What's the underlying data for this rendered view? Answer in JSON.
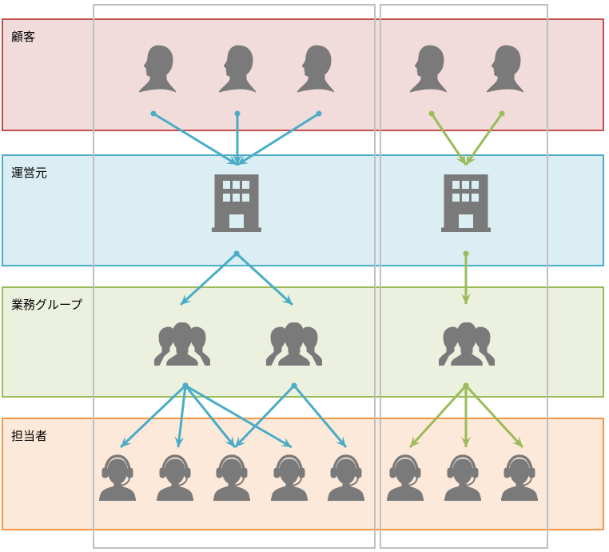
{
  "diagram": {
    "bands": [
      {
        "id": "customer",
        "label": "顧客",
        "border": "#c0504d",
        "fill": "#f2dcdb"
      },
      {
        "id": "operator",
        "label": "運営元",
        "border": "#4bacc6",
        "fill": "#daeef3"
      },
      {
        "id": "group",
        "label": "業務グループ",
        "border": "#9bbb59",
        "fill": "#ebf1de"
      },
      {
        "id": "staff",
        "label": "担当者",
        "border": "#f79646",
        "fill": "#fde9d9"
      }
    ],
    "icon_color": "#7a7a7a",
    "columns": [
      {
        "id": "left",
        "arrow_color": "#4bacc6",
        "customers": [
          "customer-1",
          "customer-2",
          "customer-3"
        ],
        "operators": [
          "operator-1"
        ],
        "groups": [
          "group-1",
          "group-2"
        ],
        "staff": [
          "staff-1",
          "staff-2",
          "staff-3",
          "staff-4",
          "staff-5"
        ],
        "links": [
          {
            "from": "customer-1",
            "to": "operator-1"
          },
          {
            "from": "customer-2",
            "to": "operator-1"
          },
          {
            "from": "customer-3",
            "to": "operator-1"
          },
          {
            "from": "operator-1",
            "to": "group-1"
          },
          {
            "from": "operator-1",
            "to": "group-2"
          },
          {
            "from": "group-1",
            "to": "staff-1"
          },
          {
            "from": "group-1",
            "to": "staff-2"
          },
          {
            "from": "group-1",
            "to": "staff-3"
          },
          {
            "from": "group-1",
            "to": "staff-4"
          },
          {
            "from": "group-2",
            "to": "staff-3"
          },
          {
            "from": "group-2",
            "to": "staff-5"
          }
        ]
      },
      {
        "id": "right",
        "arrow_color": "#9bbb59",
        "customers": [
          "customer-4",
          "customer-5"
        ],
        "operators": [
          "operator-2"
        ],
        "groups": [
          "group-3"
        ],
        "staff": [
          "staff-6",
          "staff-7",
          "staff-8"
        ],
        "links": [
          {
            "from": "customer-4",
            "to": "operator-2"
          },
          {
            "from": "customer-5",
            "to": "operator-2"
          },
          {
            "from": "operator-2",
            "to": "group-3"
          },
          {
            "from": "group-3",
            "to": "staff-6"
          },
          {
            "from": "group-3",
            "to": "staff-7"
          },
          {
            "from": "group-3",
            "to": "staff-8"
          }
        ]
      }
    ]
  }
}
